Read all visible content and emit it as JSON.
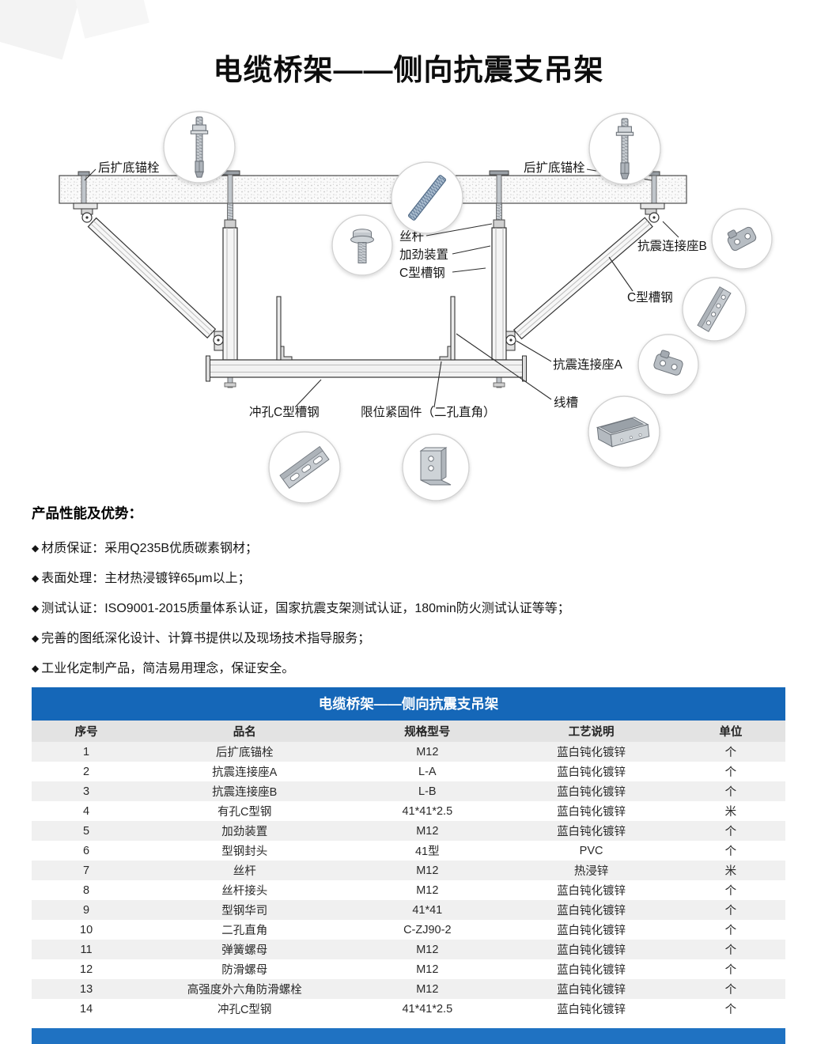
{
  "page": {
    "title": "电缆桥架——侧向抗震支吊架"
  },
  "diagram": {
    "labels": {
      "anchor_left": "后扩底锚栓",
      "anchor_right": "后扩底锚栓",
      "rod": "丝杆",
      "stiffener": "加劲装置",
      "channel_mid": "C型槽钢",
      "connector_b": "抗震连接座B",
      "channel_right": "C型槽钢",
      "connector_a": "抗震连接座A",
      "wire_trough": "线槽",
      "punched_channel": "冲孔C型槽钢",
      "limit_fastener": "限位紧固件（二孔直角）"
    }
  },
  "features": {
    "heading": "产品性能及优势：",
    "bullet": "◆",
    "items": [
      "材质保证：采用Q235B优质碳素钢材；",
      "表面处理：主材热浸镀锌65μm以上；",
      "测试认证：ISO9001-2015质量体系认证，国家抗震支架测试认证，180min防火测试认证等等；",
      "完善的图纸深化设计、计算书提供以及现场技术指导服务；",
      "工业化定制产品，简洁易用理念，保证安全。"
    ]
  },
  "table": {
    "title": "电缆桥架——侧向抗震支吊架",
    "headers": [
      "序号",
      "品名",
      "规格型号",
      "工艺说明",
      "单位"
    ],
    "rows": [
      [
        "1",
        "后扩底锚栓",
        "M12",
        "蓝白钝化镀锌",
        "个"
      ],
      [
        "2",
        "抗震连接座A",
        "L-A",
        "蓝白钝化镀锌",
        "个"
      ],
      [
        "3",
        "抗震连接座B",
        "L-B",
        "蓝白钝化镀锌",
        "个"
      ],
      [
        "4",
        "有孔C型钢",
        "41*41*2.5",
        "蓝白钝化镀锌",
        "米"
      ],
      [
        "5",
        "加劲装置",
        "M12",
        "蓝白钝化镀锌",
        "个"
      ],
      [
        "6",
        "型钢封头",
        "41型",
        "PVC",
        "个"
      ],
      [
        "7",
        "丝杆",
        "M12",
        "热浸锌",
        "米"
      ],
      [
        "8",
        "丝杆接头",
        "M12",
        "蓝白钝化镀锌",
        "个"
      ],
      [
        "9",
        "型钢华司",
        "41*41",
        "蓝白钝化镀锌",
        "个"
      ],
      [
        "10",
        "二孔直角",
        "C-ZJ90-2",
        "蓝白钝化镀锌",
        "个"
      ],
      [
        "11",
        "弹簧螺母",
        "M12",
        "蓝白钝化镀锌",
        "个"
      ],
      [
        "12",
        "防滑螺母",
        "M12",
        "蓝白钝化镀锌",
        "个"
      ],
      [
        "13",
        "高强度外六角防滑螺栓",
        "M12",
        "蓝白钝化镀锌",
        "个"
      ],
      [
        "14",
        "冲孔C型钢",
        "41*41*2.5",
        "蓝白钝化镀锌",
        "个"
      ]
    ]
  },
  "colors": {
    "header_blue": "#1567b8",
    "footer_blue": "#1f72c2",
    "row_alt": "#f0f0f0",
    "col_header_gray": "#e3e3e3"
  }
}
